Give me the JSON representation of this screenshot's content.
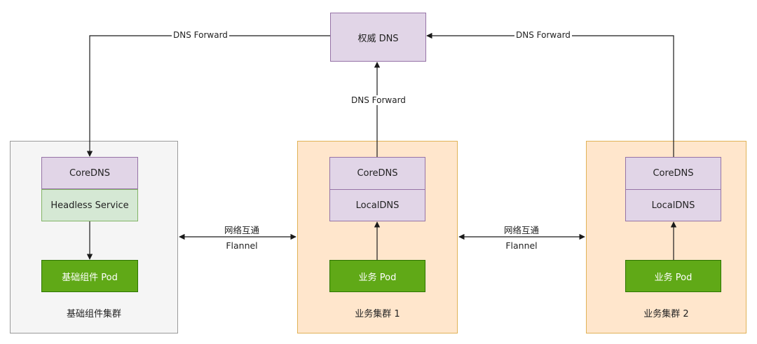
{
  "authority_dns": {
    "label": "权威 DNS"
  },
  "clusters": {
    "base": {
      "label": "基础组件集群",
      "coredns": "CoreDNS",
      "headless": "Headless Service",
      "pod": "基础组件 Pod"
    },
    "business1": {
      "label": "业务集群 1",
      "coredns": "CoreDNS",
      "localdns": "LocalDNS",
      "pod": "业务 Pod"
    },
    "business2": {
      "label": "业务集群 2",
      "coredns": "CoreDNS",
      "localdns": "LocalDNS",
      "pod": "业务 Pod"
    }
  },
  "edges": {
    "forward_left": "DNS  Forward",
    "forward_middle": "DNS Forward",
    "forward_right": "DNS Forward",
    "link_left": {
      "top": "网络互通",
      "bottom": "Flannel"
    },
    "link_right": {
      "top": "网络互通",
      "bottom": "Flannel"
    }
  },
  "colors": {
    "cluster_grey": "#f5f5f5",
    "cluster_orange": "#ffe6cc",
    "purple_fill": "#e1d5e7",
    "light_green_fill": "#d5e8d4",
    "dark_green_fill": "#60a917"
  }
}
